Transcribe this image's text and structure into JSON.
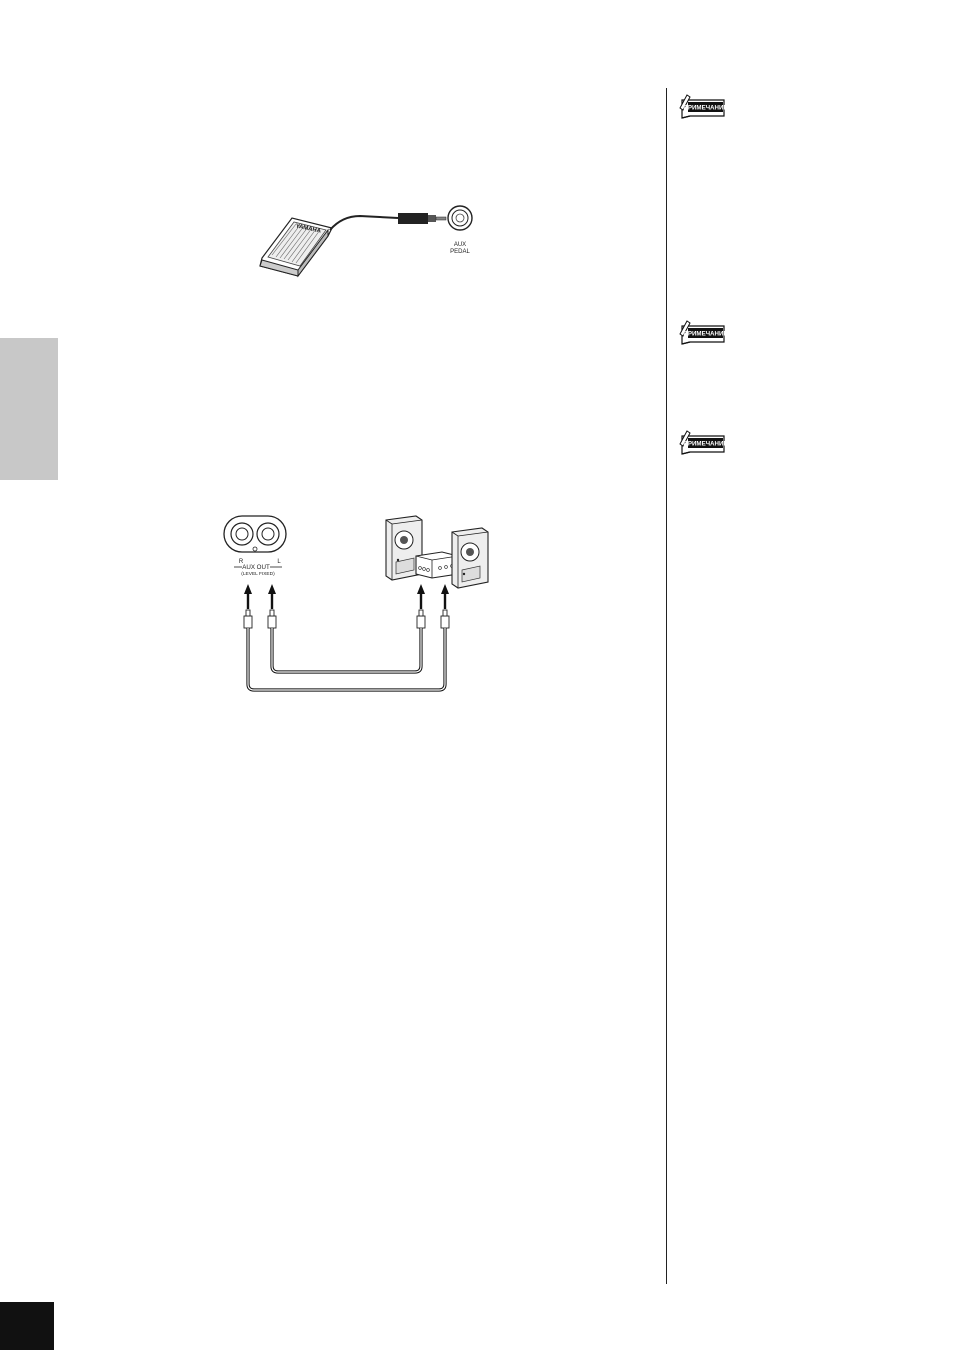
{
  "notes": [
    {
      "label": "ПРИМЕЧАНИЕ"
    },
    {
      "label": "ПРИМЕЧАНИЕ"
    },
    {
      "label": "ПРИМЕЧАНИЕ"
    }
  ],
  "figure_pedal": {
    "pedal_brand": "YAMAHA",
    "jack_label_line1": "AUX",
    "jack_label_line2": "PEDAL"
  },
  "figure_aux_out": {
    "label_r": "R",
    "label_l": "L",
    "label_main": "AUX OUT",
    "label_sub": "(LEVEL FIXED)"
  }
}
